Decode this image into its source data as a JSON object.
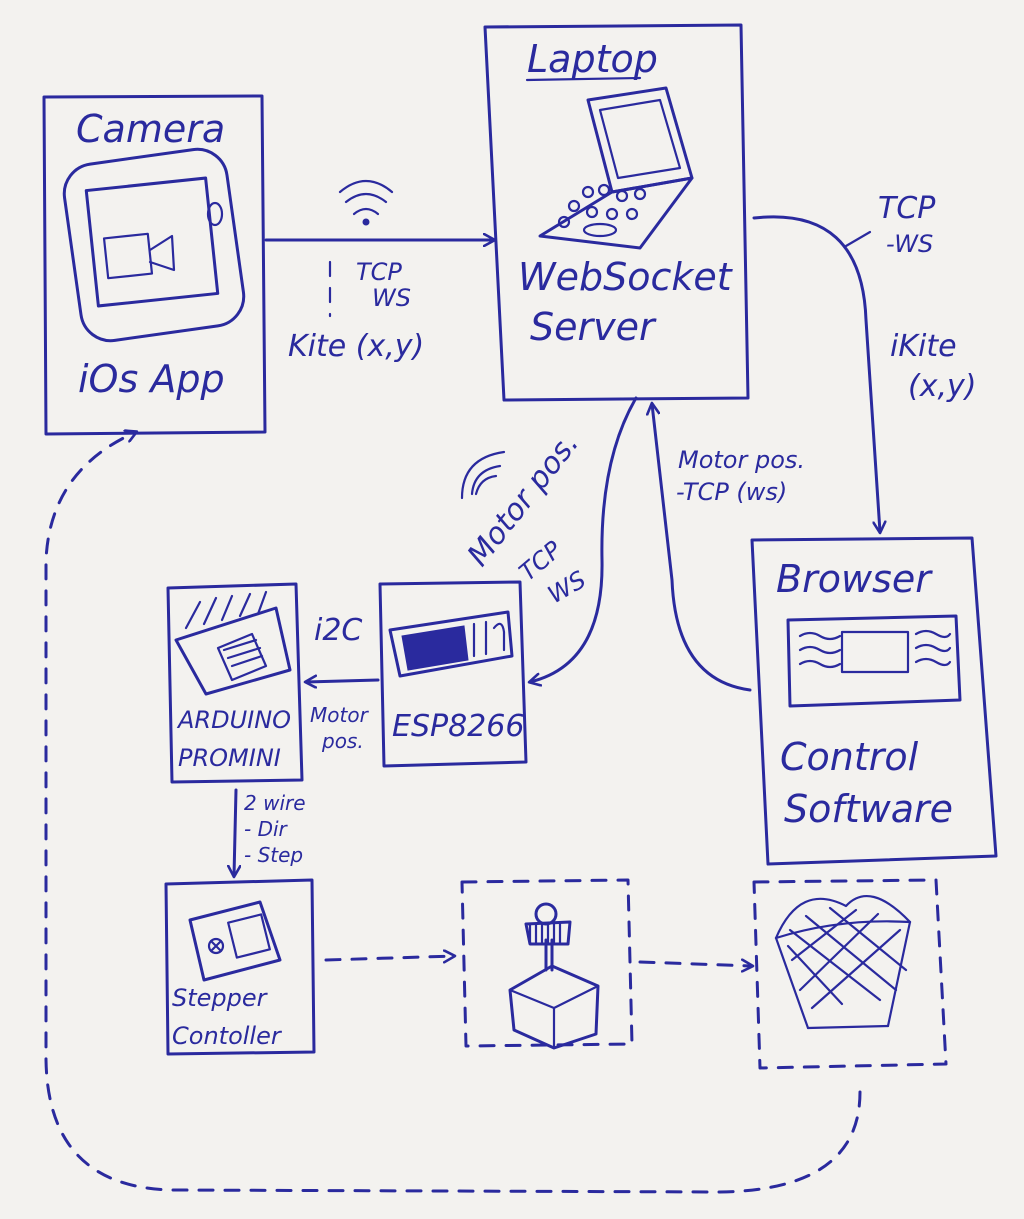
{
  "nodes": {
    "camera": {
      "title": "Camera",
      "subtitle": "iOs App"
    },
    "laptop": {
      "title": "Laptop",
      "subtitle_line1": "WebSocket",
      "subtitle_line2": "Server"
    },
    "browser": {
      "title": "Browser",
      "subtitle_line1": "Control",
      "subtitle_line2": "Software"
    },
    "esp": {
      "title": "ESP8266"
    },
    "arduino": {
      "title_line1": "ARDUINO",
      "title_line2": "PROMINI"
    },
    "stepper": {
      "title_line1": "Stepper",
      "title_line2": "Contoller"
    }
  },
  "edges": {
    "camera_laptop": {
      "proto_line1": "TCP",
      "proto_line2": "WS",
      "payload": "Kite (x,y)"
    },
    "laptop_browser": {
      "proto_line1": "TCP",
      "proto_line2": "-WS",
      "payload_line1": "iKite",
      "payload_line2": "(x,y)"
    },
    "browser_laptop": {
      "payload": "Motor pos.",
      "proto": "-TCP (ws)"
    },
    "laptop_esp": {
      "payload": "Motor pos.",
      "proto_line1": "TCP",
      "proto_line2": "WS"
    },
    "esp_arduino": {
      "bus": "i2C",
      "payload_line1": "Motor",
      "payload_line2": "pos."
    },
    "arduino_stepper": {
      "line1": "2 wire",
      "line2": "- Dir",
      "line3": "- Step"
    }
  },
  "colors": {
    "ink": "#2a2a9e",
    "paper": "#f3f2ef"
  }
}
